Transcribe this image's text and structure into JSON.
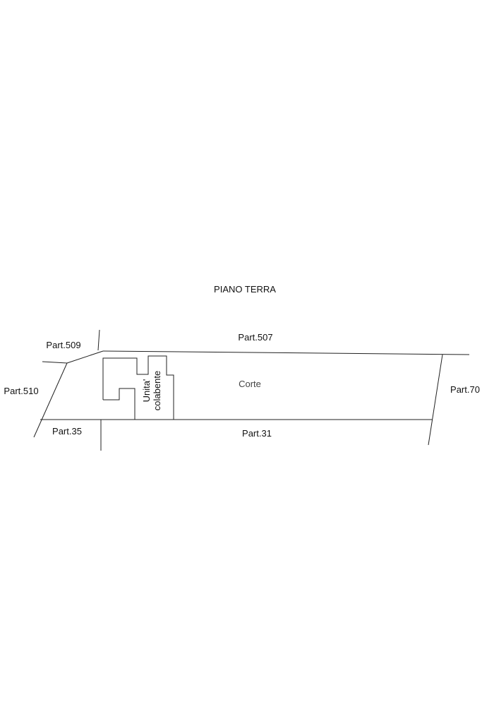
{
  "title": "PIANO TERRA",
  "parcels": {
    "north": "Part.507",
    "northwest": "Part.509",
    "west": "Part.510",
    "east": "Part.70",
    "southwest": "Part.35",
    "south": "Part.31"
  },
  "rooms": {
    "courtyard": "Corte",
    "unit_line1": "Unita'",
    "unit_line2": "colabente"
  },
  "colors": {
    "line": "#222222",
    "text": "#111111",
    "room_text": "#444444",
    "background": "#ffffff"
  }
}
